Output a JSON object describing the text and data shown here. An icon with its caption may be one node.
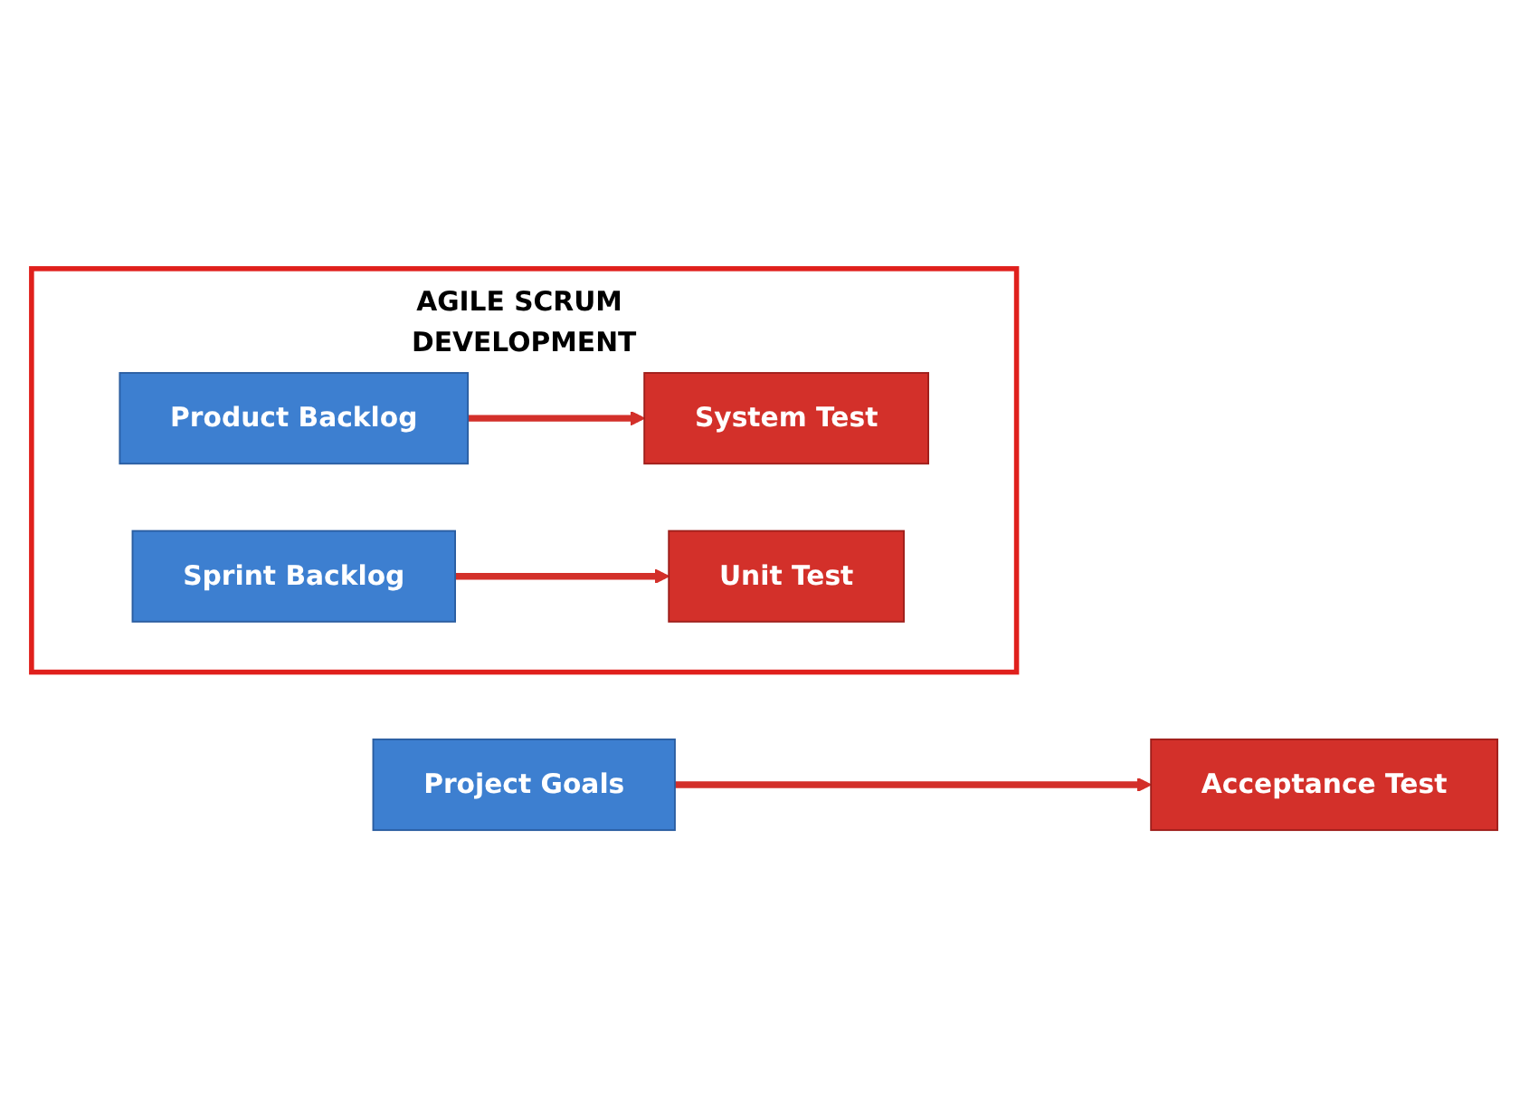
{
  "diagram": {
    "nodes": [
      {
        "text": [
          "Project Goals"
        ]
      },
      {
        "text": [
          "Acceptance Test"
        ]
      },
      {
        "text": [
          "AGILE SCRUM DEVELOPMENT"
        ]
      },
      {
        "text": [
          "Product Backlog"
        ],
        "in": 2
      },
      {
        "text": [
          "System Test"
        ],
        "in": 2
      },
      {
        "text": [
          "Sprint Backlog"
        ],
        "in": 2
      },
      {
        "text": [
          "Unit Test"
        ],
        "in": 2
      }
    ],
    "edges": [
      {
        "from": 0,
        "to": 1,
        "arrow": "to"
      },
      {
        "from": 3,
        "to": 4,
        "arrow": "to"
      },
      {
        "from": 5,
        "to": 6,
        "arrow": "to"
      }
    ]
  }
}
